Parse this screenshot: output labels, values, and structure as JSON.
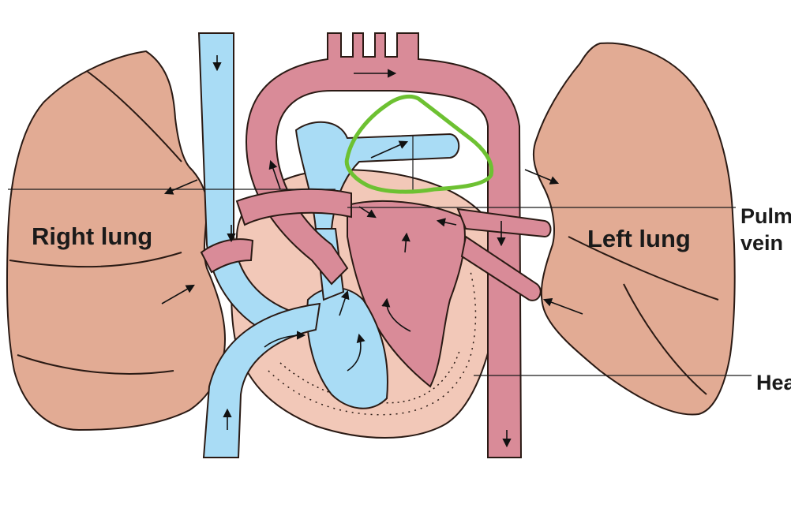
{
  "labels": {
    "right_lung": "Right lung",
    "left_lung": "Left lung",
    "pulmonary_veins_line1": "Pulm",
    "pulmonary_veins_line2": "vein",
    "heart": "Hea"
  },
  "colors": {
    "lung": "#e2ab94",
    "lung_outline": "#2a1a14",
    "deoxygenated_blood": "#a9dcf5",
    "oxygenated_blood": "#d98b98",
    "heart_wall": "#f2c8b8",
    "highlight_annotation": "#6dc132"
  }
}
